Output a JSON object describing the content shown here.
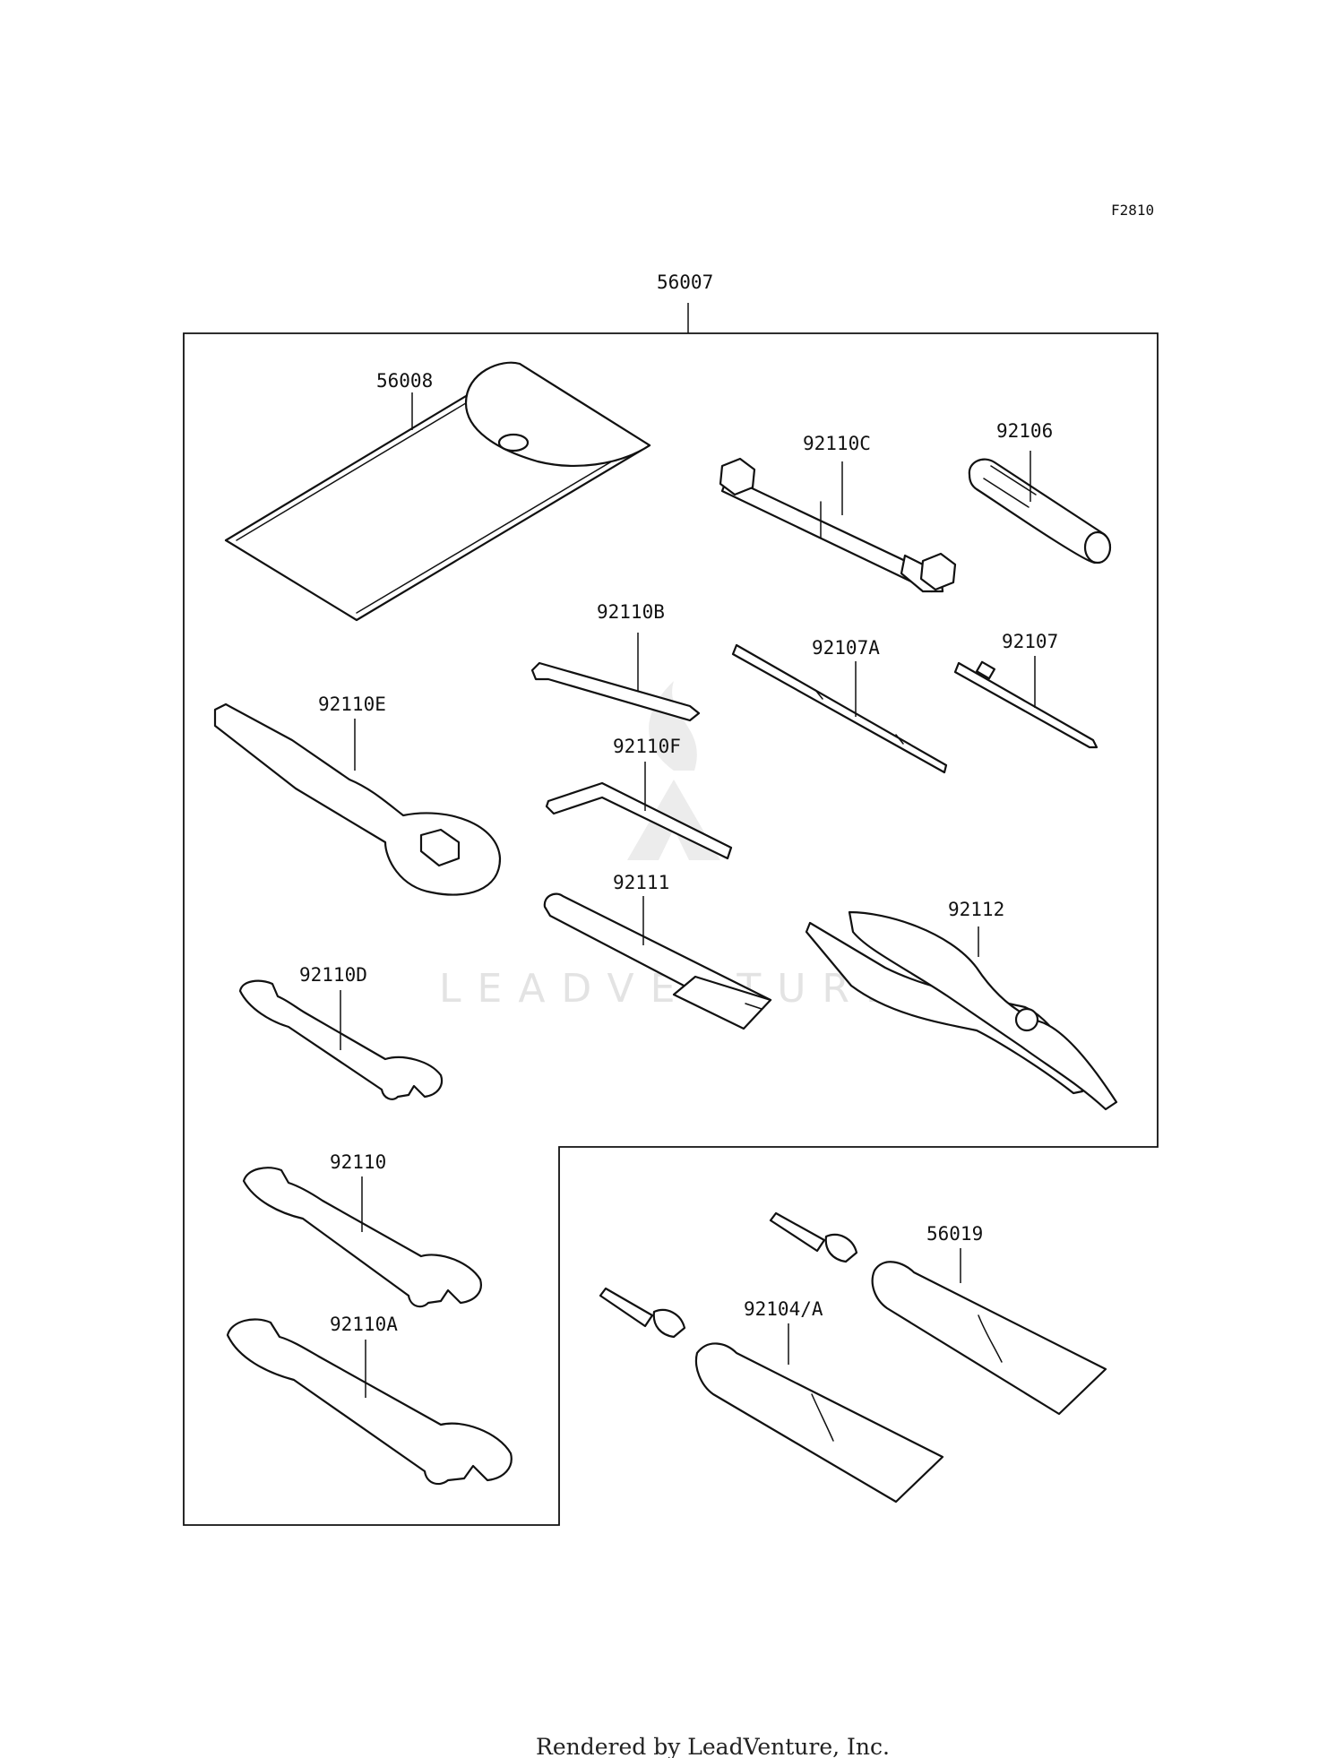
{
  "figure_code": "F2810",
  "assembly_ref": "56007",
  "watermark": "LEADVENTURE",
  "footer": "Rendered by LeadVenture, Inc.",
  "parts": {
    "p56008": "56008",
    "p92110C": "92110C",
    "p92106": "92106",
    "p92110B": "92110B",
    "p92107A": "92107A",
    "p92107": "92107",
    "p92110E": "92110E",
    "p92110F": "92110F",
    "p92111": "92111",
    "p92112": "92112",
    "p92110D": "92110D",
    "p92110": "92110",
    "p92110A": "92110A",
    "p56019": "56019",
    "p92104A": "92104/A"
  }
}
